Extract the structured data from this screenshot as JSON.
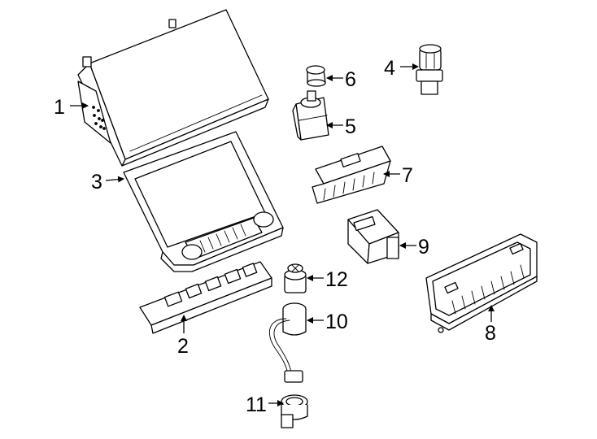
{
  "callouts": [
    "1",
    "2",
    "3",
    "4",
    "5",
    "6",
    "7",
    "8",
    "9",
    "10",
    "11",
    "12"
  ],
  "colors": {
    "line": "#000000",
    "background": "#ffffff"
  }
}
